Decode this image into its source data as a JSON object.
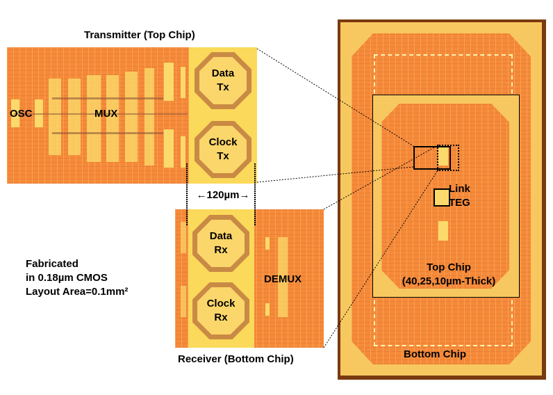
{
  "transmitter": {
    "title": "Transmitter (Top Chip)",
    "blocks": {
      "osc": "OSC",
      "mux": "MUX"
    },
    "pads": [
      {
        "line1": "Data",
        "line2": "Tx"
      },
      {
        "line1": "Clock",
        "line2": "Tx"
      }
    ]
  },
  "dimension": {
    "label": "120µm"
  },
  "receiver": {
    "title": "Receiver (Bottom Chip)",
    "blocks": {
      "demux": "DEMUX"
    },
    "pads": [
      {
        "line1": "Data",
        "line2": "Rx"
      },
      {
        "line1": "Clock",
        "line2": "Rx"
      }
    ]
  },
  "process_note": {
    "line1": "Fabricated",
    "line2": "in 0.18µm CMOS",
    "line3": "Layout Area=0.1mm²"
  },
  "die_photo": {
    "link_teg": {
      "line1": "Link",
      "line2": "TEG"
    },
    "top_chip": {
      "line1": "Top Chip",
      "line2": "(40,25,10µm-Thick)"
    },
    "bottom_chip": "Bottom Chip"
  },
  "colors": {
    "die_orange": "#f58a3a",
    "pad_yellow": "#fbd96a",
    "pad_ring_brown": "#c98a45",
    "outline": "#000000"
  }
}
